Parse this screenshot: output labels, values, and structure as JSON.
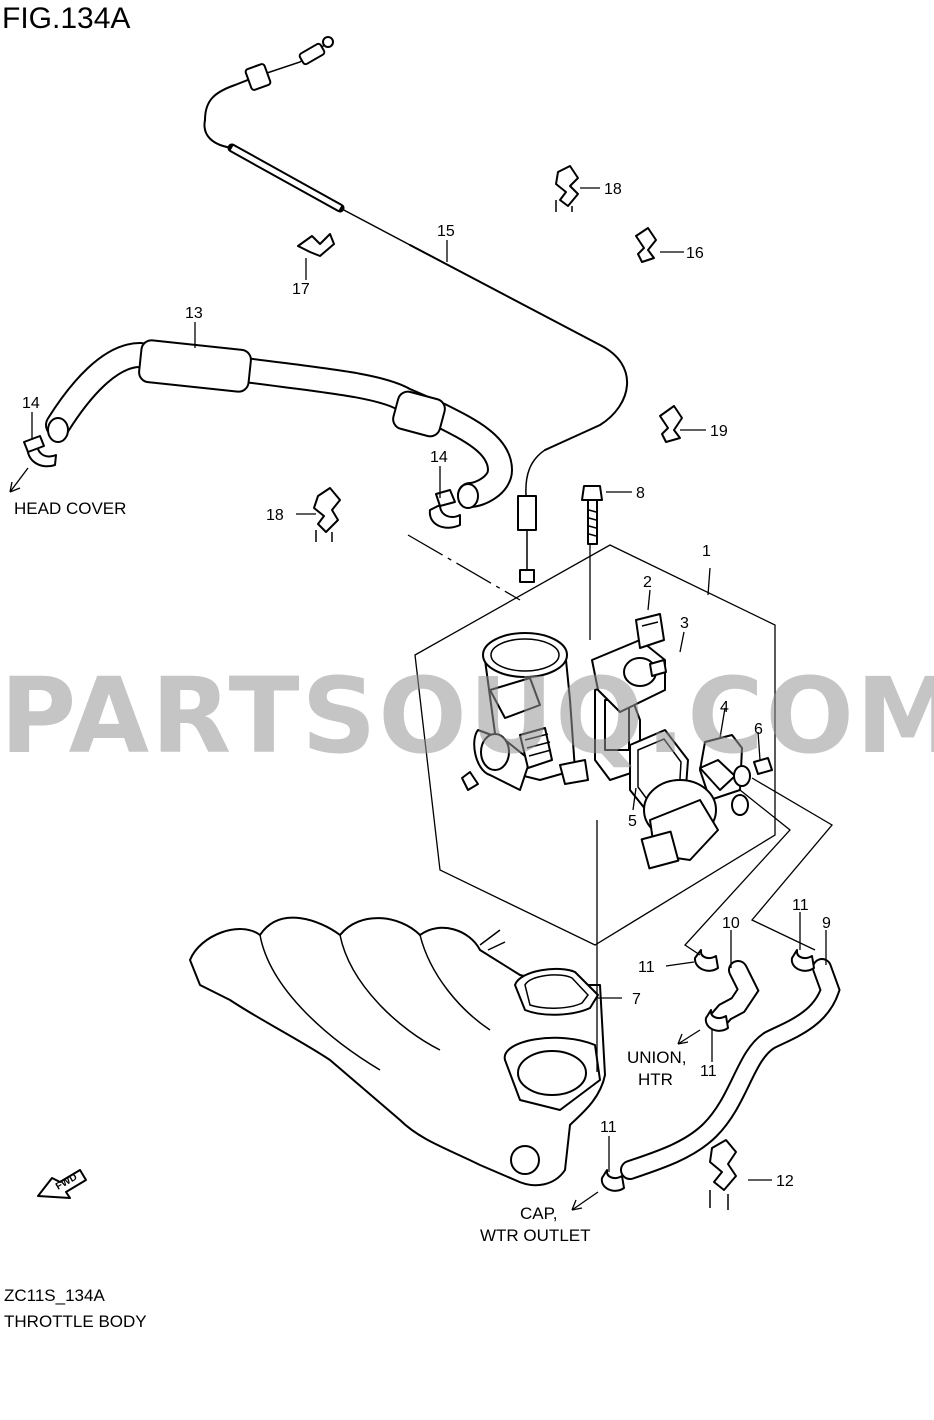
{
  "figure": {
    "title": "FIG.134A",
    "code": "ZC11S_134A",
    "name": "THROTTLE BODY"
  },
  "watermark": "PARTSOUQ.COM",
  "notes": {
    "head_cover": "HEAD COVER",
    "union_line1": "UNION,",
    "union_line2": "HTR",
    "cap_line1": "CAP,",
    "cap_line2": "WTR OUTLET"
  },
  "callouts": {
    "p1": "1",
    "p2": "2",
    "p3": "3",
    "p4": "4",
    "p5": "5",
    "p6": "6",
    "p7": "7",
    "p8": "8",
    "p9": "9",
    "p10": "10",
    "p11a": "11",
    "p11b": "11",
    "p11c": "11",
    "p11d": "11",
    "p12": "12",
    "p13": "13",
    "p14a": "14",
    "p14b": "14",
    "p15": "15",
    "p16": "16",
    "p17": "17",
    "p18a": "18",
    "p18b": "18",
    "p19": "19"
  },
  "fwd_mark": "FWD"
}
